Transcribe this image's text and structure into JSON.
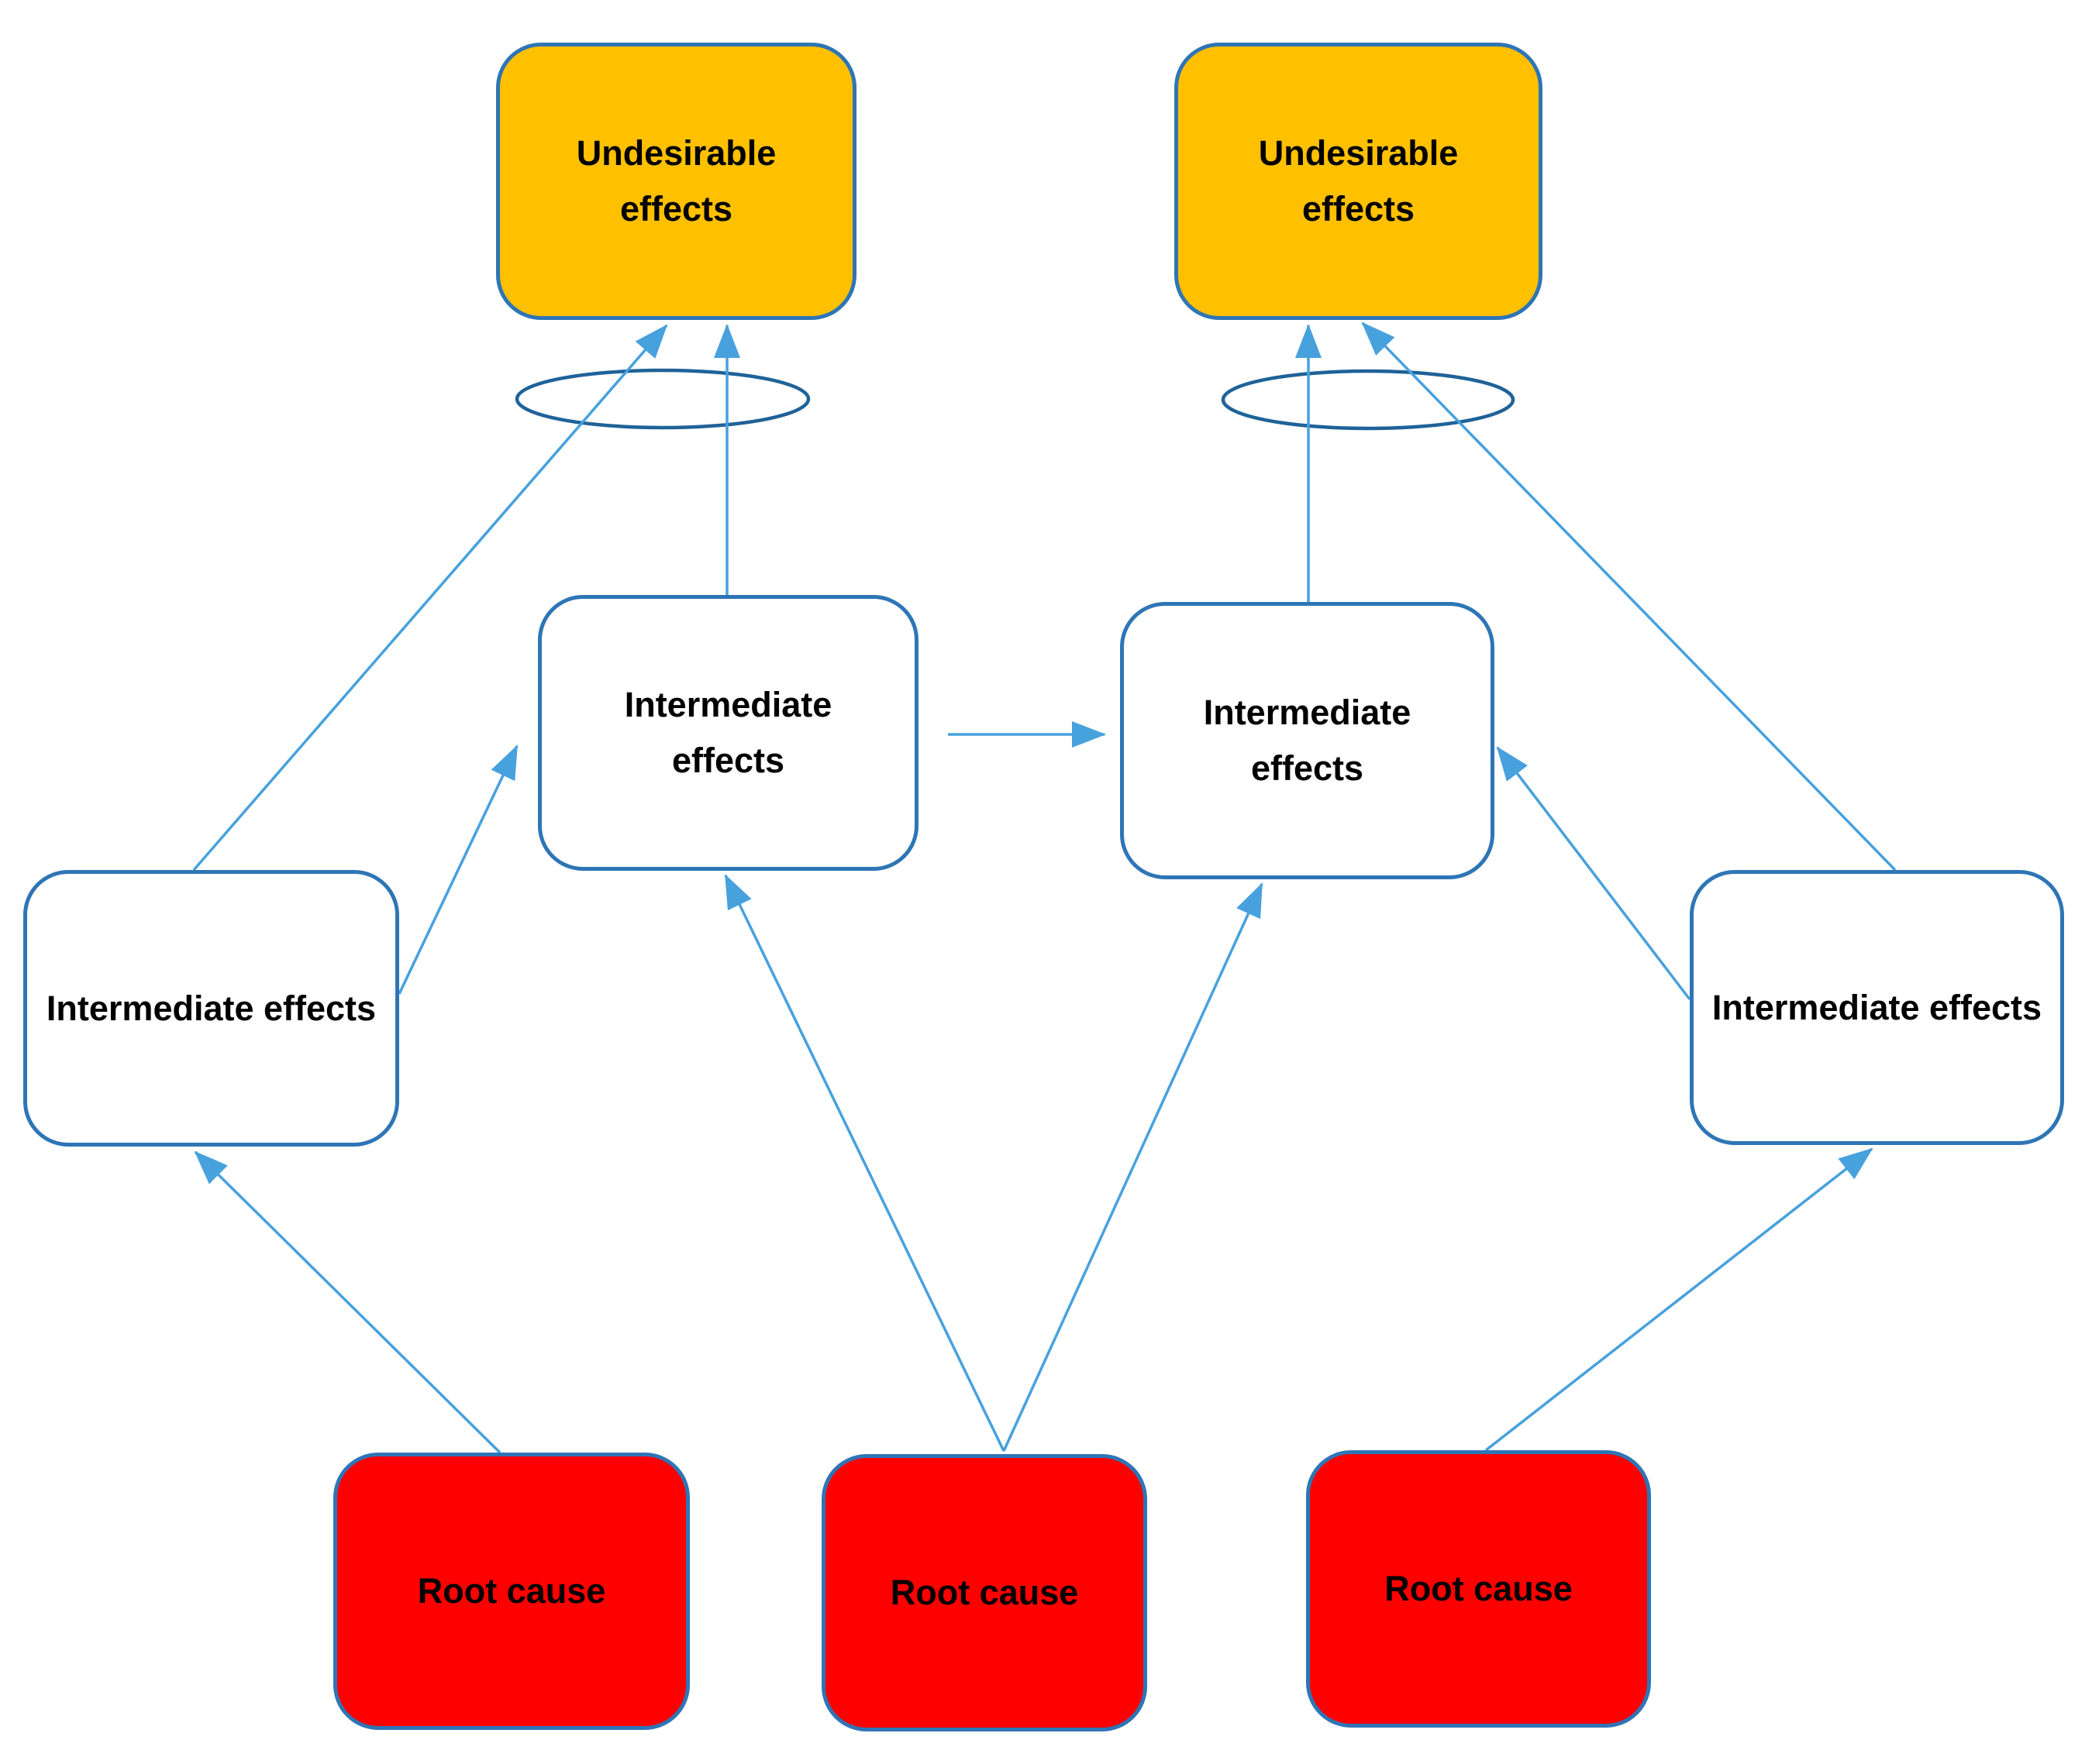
{
  "diagram": {
    "type": "cause-effect-tree",
    "colors": {
      "undesirable_fill": "#FFC000",
      "intermediate_fill": "#FFFFFF",
      "root_fill": "#FF0000",
      "node_border": "#2E75B6",
      "junction_stroke": "#1F6298",
      "connector": "#47A1DD",
      "label_text": "#000000",
      "background": "#FFFFFF"
    },
    "nodes": {
      "ude_left": {
        "label": "Undesirable effects",
        "type": "undesirable-effect"
      },
      "ude_right": {
        "label": "Undesirable effects",
        "type": "undesirable-effect"
      },
      "int_mid_left": {
        "label": "Intermediate effects",
        "type": "intermediate-effect"
      },
      "int_mid_right": {
        "label": "Intermediate effects",
        "type": "intermediate-effect"
      },
      "int_outer_left": {
        "label": "Intermediate effects",
        "type": "intermediate-effect"
      },
      "int_outer_right": {
        "label": "Intermediate effects",
        "type": "intermediate-effect"
      },
      "root_left": {
        "label": "Root cause",
        "type": "root-cause"
      },
      "root_center": {
        "label": "Root cause",
        "type": "root-cause"
      },
      "root_right": {
        "label": "Root cause",
        "type": "root-cause"
      }
    },
    "junctions": [
      {
        "name": "and-junction-left",
        "groups": [
          "int_outer_left->ude_left",
          "int_mid_left->ude_left"
        ]
      },
      {
        "name": "and-junction-right",
        "groups": [
          "int_mid_right->ude_right",
          "int_outer_right->ude_right"
        ]
      }
    ],
    "edges": [
      {
        "from": "int_outer_left",
        "to": "ude_left"
      },
      {
        "from": "int_mid_left",
        "to": "ude_left"
      },
      {
        "from": "int_mid_left",
        "to": "int_mid_right"
      },
      {
        "from": "int_mid_right",
        "to": "ude_right"
      },
      {
        "from": "int_outer_right",
        "to": "ude_right"
      },
      {
        "from": "int_outer_left",
        "to": "int_mid_left"
      },
      {
        "from": "int_outer_right",
        "to": "int_mid_right"
      },
      {
        "from": "root_left",
        "to": "int_outer_left"
      },
      {
        "from": "root_center",
        "to": "int_mid_left"
      },
      {
        "from": "root_center",
        "to": "int_mid_right"
      },
      {
        "from": "root_right",
        "to": "int_outer_right"
      }
    ]
  }
}
